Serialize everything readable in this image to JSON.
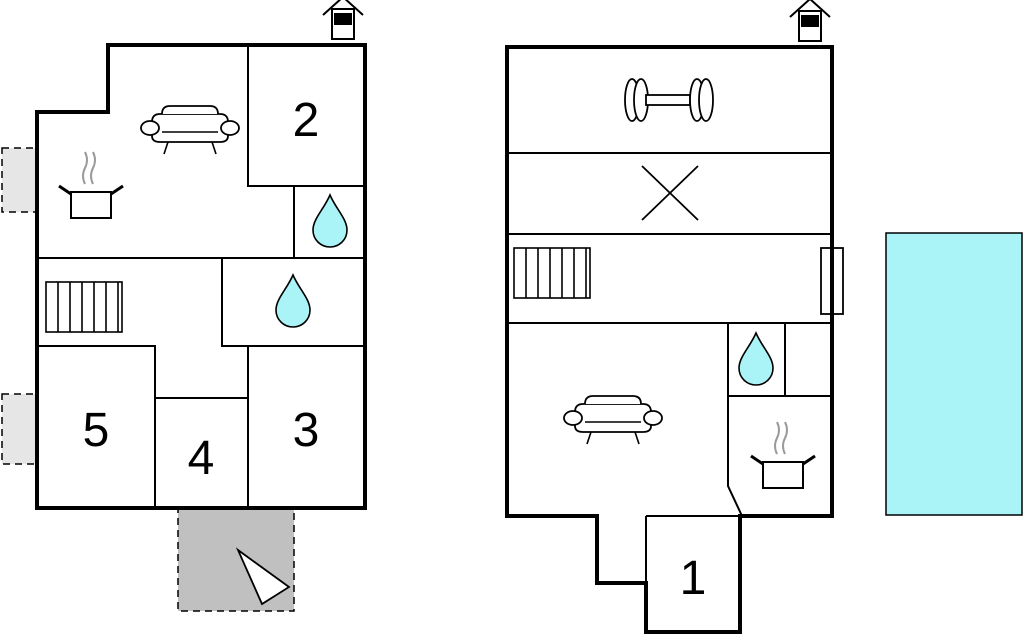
{
  "colors": {
    "wall": "#000000",
    "water": "#aaf4f8",
    "pool": "#aaf4f8",
    "terrace": "#c0c0c0",
    "balcony": "#e6e6e6"
  },
  "floors": [
    {
      "name": "",
      "rooms": [
        {
          "label": "2",
          "kind": "bedroom"
        },
        {
          "label": "3",
          "kind": "bedroom"
        },
        {
          "label": "4",
          "kind": "bedroom"
        },
        {
          "label": "5",
          "kind": "bedroom"
        },
        {
          "label": "",
          "kind": "bathroom"
        },
        {
          "label": "",
          "kind": "bathroom"
        },
        {
          "label": "",
          "kind": "living-room"
        },
        {
          "label": "",
          "kind": "kitchen"
        },
        {
          "label": "",
          "kind": "stairs"
        }
      ],
      "features": [
        "sofa-icon",
        "cooking-pot-icon",
        "water-drop-icon",
        "stairs-icon",
        "fireplace-icon",
        "terrace",
        "balcony"
      ]
    },
    {
      "name": "",
      "rooms": [
        {
          "label": "1",
          "kind": "bedroom"
        },
        {
          "label": "",
          "kind": "fitness"
        },
        {
          "label": "",
          "kind": "open-room"
        },
        {
          "label": "",
          "kind": "stairs"
        },
        {
          "label": "",
          "kind": "living-room"
        },
        {
          "label": "",
          "kind": "bathroom"
        },
        {
          "label": "",
          "kind": "kitchen"
        }
      ],
      "features": [
        "dumbbell-icon",
        "cross-mark-icon",
        "stairs-icon",
        "sofa-icon",
        "water-drop-icon",
        "cooking-pot-icon",
        "fireplace-icon",
        "window"
      ]
    }
  ],
  "pool": {
    "kind": "swimming-pool"
  },
  "labels": {
    "room_1": "1",
    "room_2": "2",
    "room_3": "3",
    "room_4": "4",
    "room_5": "5"
  }
}
